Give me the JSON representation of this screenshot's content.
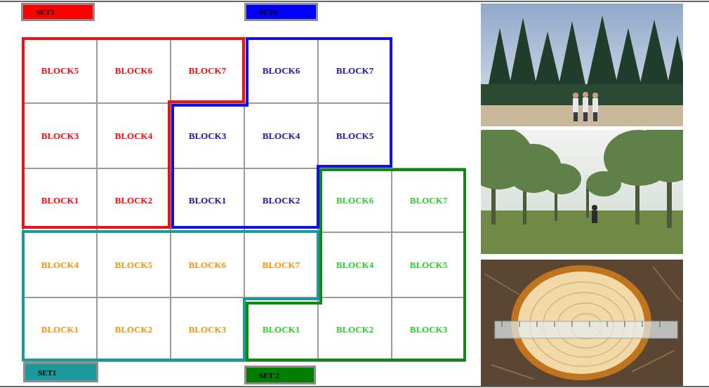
{
  "diagram": {
    "nodes": [
      {
        "text": [
          "SET3"
        ]
      },
      {
        "text": [
          "SET4"
        ]
      },
      {
        "text": [
          "BLOCK5"
        ]
      },
      {
        "text": [
          "BLOCK6"
        ]
      },
      {
        "text": [
          "BLOCK7"
        ]
      },
      {
        "text": [
          "BLOCK6"
        ]
      },
      {
        "text": [
          "BLOCK7"
        ]
      },
      {
        "text": [
          "BLOCK3"
        ]
      },
      {
        "text": [
          "BLOCK4"
        ]
      },
      {
        "text": [
          "BLOCK3"
        ]
      },
      {
        "text": [
          "BLOCK4"
        ]
      },
      {
        "text": [
          "BLOCK5"
        ]
      },
      {
        "text": [
          "BLOCK1"
        ]
      },
      {
        "text": [
          "BLOCK2"
        ]
      },
      {
        "text": [
          "BLOCK1"
        ]
      },
      {
        "text": [
          "BLOCK2"
        ]
      },
      {
        "text": [
          "BLOCK6"
        ]
      },
      {
        "text": [
          "BLOCK7"
        ]
      },
      {
        "text": [
          "BLOCK4"
        ]
      },
      {
        "text": [
          "BLOCK5"
        ]
      },
      {
        "text": [
          "BLOCK6"
        ]
      },
      {
        "text": [
          "BLOCK7"
        ]
      },
      {
        "text": [
          "BLOCK4"
        ]
      },
      {
        "text": [
          "BLOCK5"
        ]
      },
      {
        "text": [
          "BLOCK1"
        ]
      },
      {
        "text": [
          "BLOCK2"
        ]
      },
      {
        "text": [
          "BLOCK3"
        ]
      },
      {
        "text": [
          "BLOCK1"
        ]
      },
      {
        "text": [
          "BLOCK2"
        ]
      },
      {
        "text": [
          "BLOCK3"
        ]
      },
      {
        "text": [
          "SET1"
        ]
      },
      {
        "text": [
          "SET 2"
        ]
      }
    ]
  }
}
